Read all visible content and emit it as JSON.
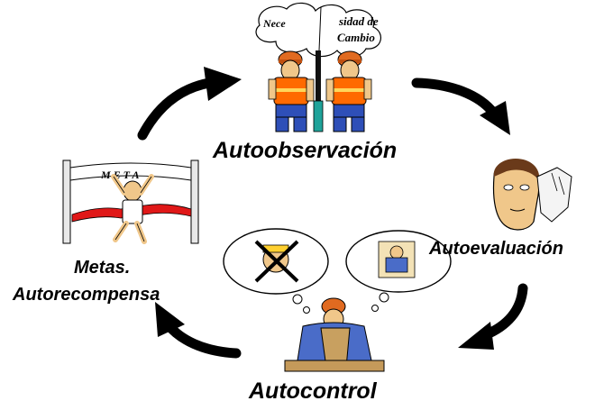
{
  "stages": {
    "top": "Autoobservación",
    "right": "Autoevaluación",
    "bottom": "Autocontrol",
    "left_line1": "Metas.",
    "left_line2": "Autorecompensa"
  },
  "top_image": {
    "bubble_left_text": "Nece",
    "bubble_right_text": "sidad de",
    "bubble_right_text2": "Cambio"
  },
  "left_image": {
    "banner_text": "M E T A"
  },
  "colors": {
    "arrow": "#000000",
    "vest_orange": "#ff6a00",
    "helmet": "#e06a20",
    "jeans": "#2e4fb8",
    "teal_bar": "#1fa39a",
    "ribbon_red": "#e01818",
    "shirt_blue": "#4a6cc8",
    "skin": "#f0c78a"
  }
}
